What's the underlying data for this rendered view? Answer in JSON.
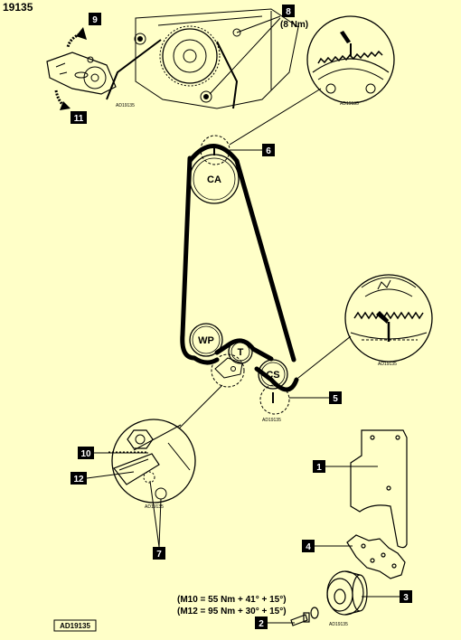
{
  "figure_id": "19135",
  "footer_code": "AD19135",
  "inset_caption": "AD19135",
  "pulleys": {
    "ca": "CA",
    "wp": "WP",
    "t": "T",
    "cs": "CS"
  },
  "callouts": {
    "c1": "1",
    "c2": "2",
    "c3": "3",
    "c4": "4",
    "c5": "5",
    "c6": "6",
    "c7": "7",
    "c8": "8",
    "c9": "9",
    "c10": "10",
    "c11": "11",
    "c12": "12"
  },
  "torque_8": "(8 Nm)",
  "torque_m10": "(M10 = 55 Nm + 41° + 15°)",
  "torque_m12": "(M12 = 95 Nm + 30° + 15°)",
  "colors": {
    "background": "#FFFFC8",
    "ink": "#000000",
    "label_fill": "#000000",
    "label_text": "#FFFFFF"
  }
}
